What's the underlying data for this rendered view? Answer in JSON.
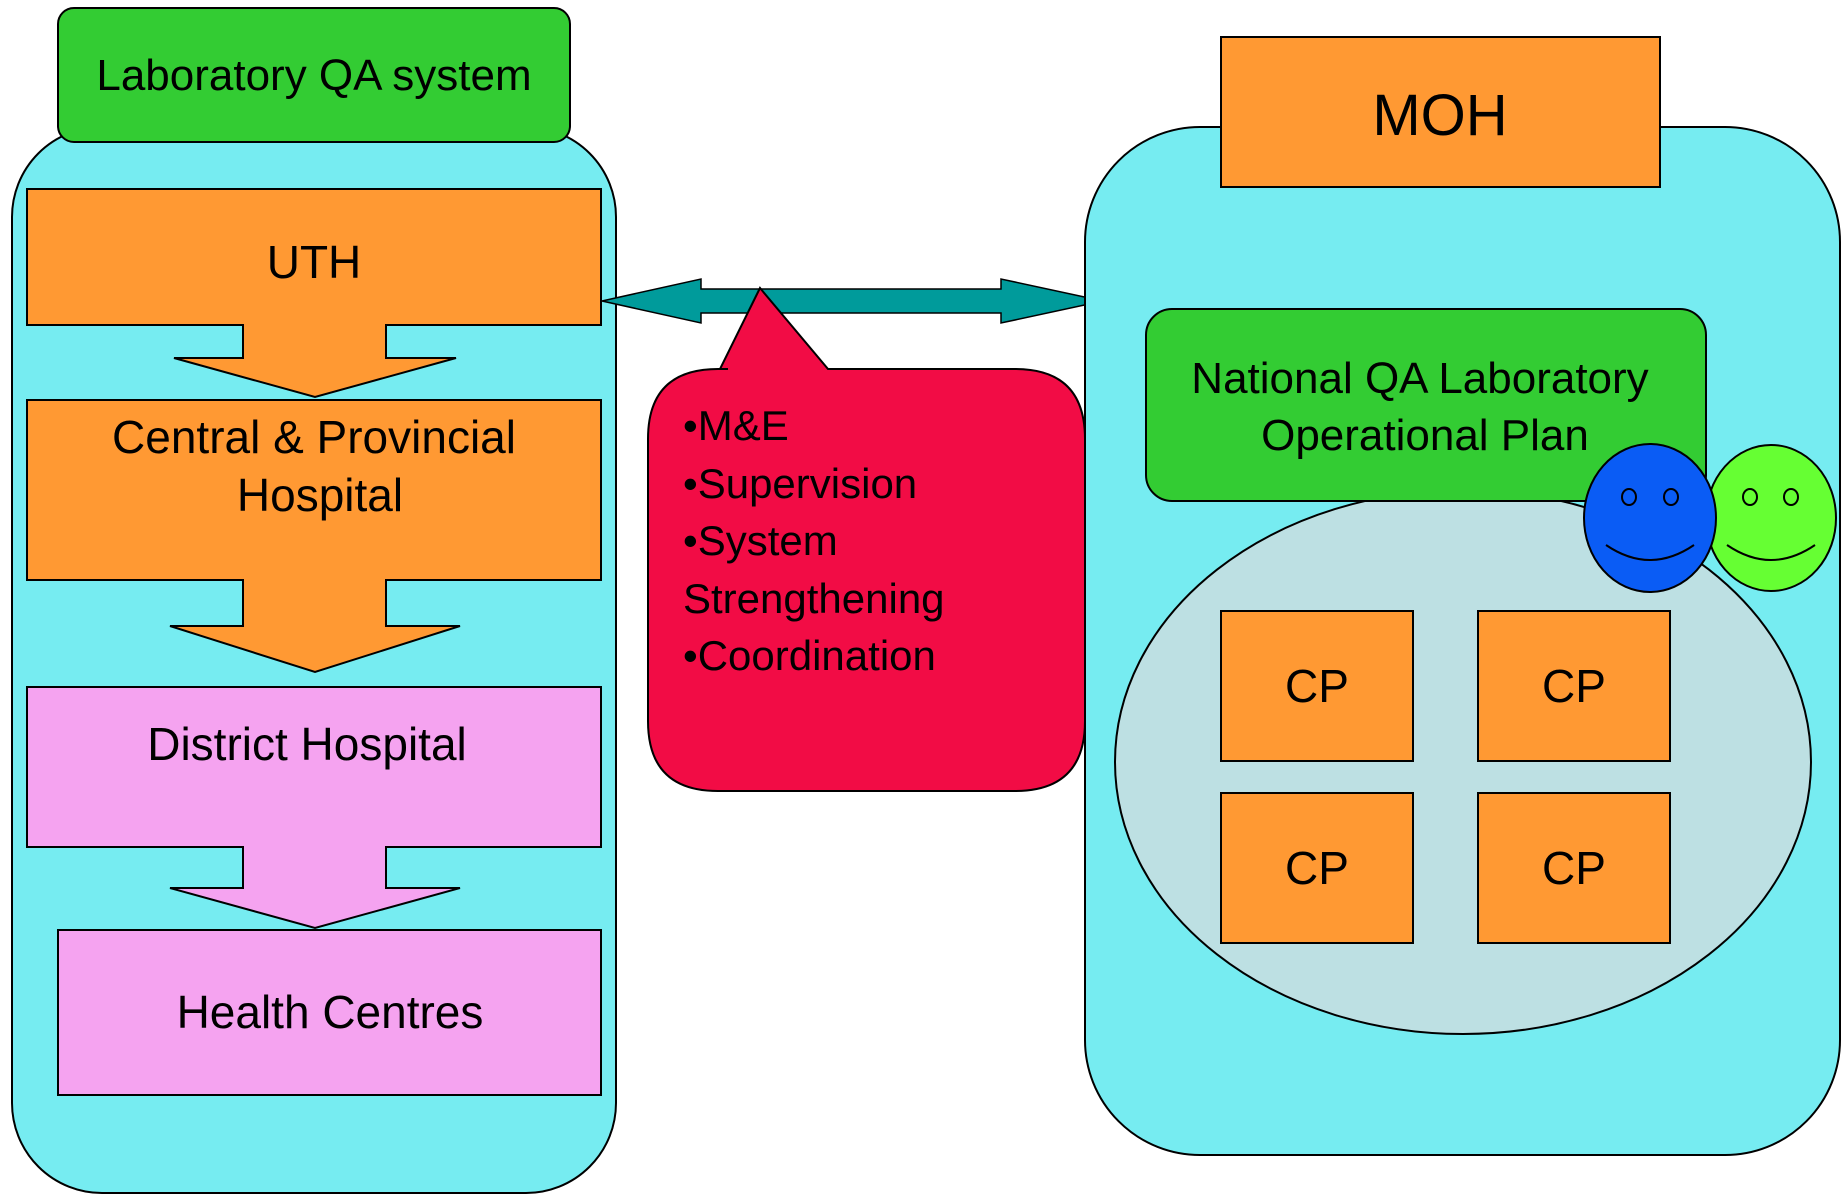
{
  "left_panel": {
    "header": "Laboratory QA system",
    "levels": [
      "UTH",
      [
        "Central & Provincial",
        "Hospital"
      ],
      "District Hospital",
      "Health Centres"
    ]
  },
  "callout": {
    "items": [
      "•M&E",
      "•Supervision",
      "•System",
      "Strengthening",
      "•Coordination"
    ]
  },
  "right_panel": {
    "header": "MOH",
    "plan": [
      "National QA Laboratory",
      "Operational Plan"
    ],
    "cp_boxes": [
      "CP",
      "CP",
      "CP",
      "CP"
    ]
  },
  "colors": {
    "panel_fill": "#76ECF1",
    "green": "#33CC33",
    "orange": "#FF9933",
    "pink": "#F5A3F0",
    "red": "#F20C45",
    "arrow_teal": "#009B9B",
    "ellipse_fill": "#BDE0E3",
    "face_blue": "#0A5CF5",
    "face_green": "#66FF33"
  }
}
